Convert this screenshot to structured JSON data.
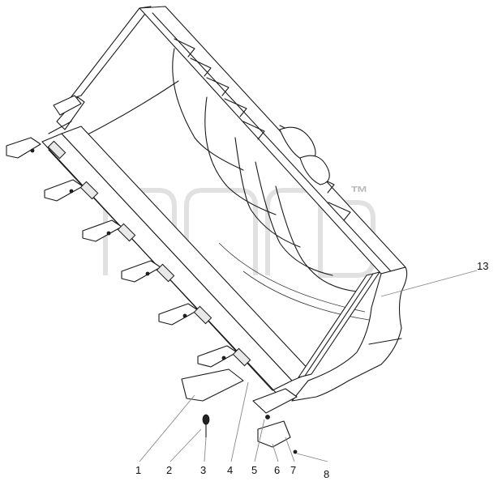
{
  "diagram": {
    "callouts": [
      {
        "id": "1",
        "label": "1"
      },
      {
        "id": "2",
        "label": "2"
      },
      {
        "id": "3",
        "label": "3"
      },
      {
        "id": "4",
        "label": "4"
      },
      {
        "id": "5",
        "label": "5"
      },
      {
        "id": "6",
        "label": "6"
      },
      {
        "id": "7",
        "label": "7"
      },
      {
        "id": "8",
        "label": "8"
      },
      {
        "id": "13",
        "label": "13"
      }
    ],
    "watermark": {
      "trademark": "™"
    }
  }
}
